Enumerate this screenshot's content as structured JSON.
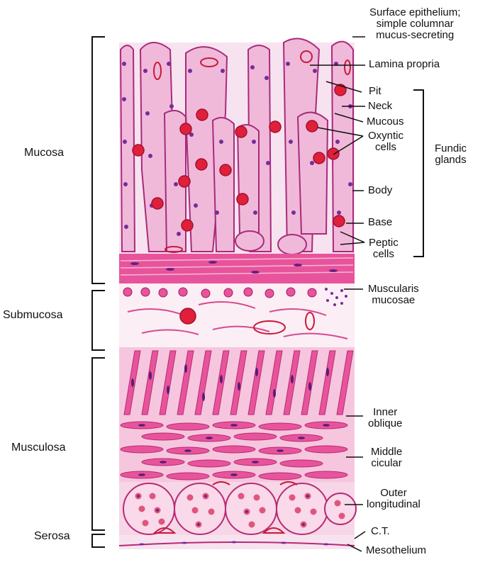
{
  "layer_labels": {
    "mucosa": "Mucosa",
    "submucosa": "Submucosa",
    "musculosa": "Musculosa",
    "serosa": "Serosa"
  },
  "right_labels": {
    "surface_epithelium": [
      "Surface epithelium;",
      "simple columnar",
      "mucus-secreting"
    ],
    "lamina_propria": "Lamina propria",
    "pit": "Pit",
    "neck": "Neck",
    "mucous": "Mucous",
    "oxyntic": [
      "Oxyntic",
      "cells"
    ],
    "fundic_glands": [
      "Fundic",
      "glands"
    ],
    "body": "Body",
    "base": "Base",
    "peptic": [
      "Peptic",
      "cells"
    ],
    "muscularis_mucosae": [
      "Muscularis",
      "mucosae"
    ],
    "inner_oblique": [
      "Inner",
      "oblique"
    ],
    "middle_circular": [
      "Middle",
      "cicular"
    ],
    "outer_longitudinal": [
      "Outer",
      "longitudinal"
    ],
    "ct": "C.T.",
    "mesothelium": "Mesothelium"
  },
  "colors": {
    "tissue_pink": "#f3c6e1",
    "muscle_pink": "#e8549b",
    "nucleus_purple": "#7a2a9a",
    "cell_outline": "#b0307f",
    "rbc_red": "#e0203a"
  }
}
